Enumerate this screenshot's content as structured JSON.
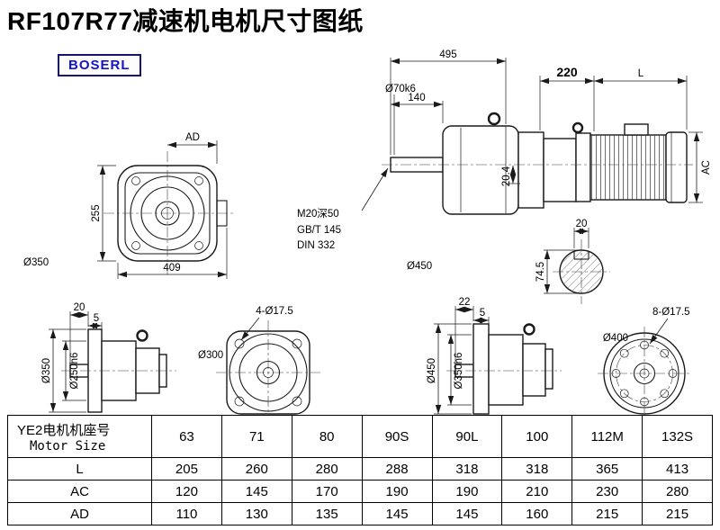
{
  "page": {
    "title": "RF107R77减速机电机尺寸图纸",
    "logo": "BOSERL"
  },
  "front_view": {
    "ad": "AD",
    "d255": "255",
    "d409": "409",
    "d350": "Ø350"
  },
  "side_view": {
    "d495": "495",
    "d220": "220",
    "dL": "L",
    "d140": "140",
    "shaft_dia": "Ø70k6",
    "note1": "M20深50",
    "note2": "GB/T 145",
    "note3": "DIN 332",
    "d450": "Ø450",
    "d204": "20.4",
    "ac": "AC",
    "d20": "20",
    "d745": "74.5"
  },
  "flange_view_small": {
    "d20": "20",
    "d5": "5",
    "d350": "Ø350",
    "d250": "Ø250h6"
  },
  "square_flange_view": {
    "holes": "4-Ø17.5",
    "d300": "Ø300"
  },
  "flange_view_large": {
    "d22": "22",
    "d5": "5",
    "d450": "Ø450",
    "d350": "Ø350h6"
  },
  "round_flange_view": {
    "d400": "Ø400",
    "holes": "8-Ø17.5"
  },
  "table": {
    "header_line1": "YE2电机机座号",
    "header_line2": "Motor Size",
    "columns": [
      "63",
      "71",
      "80",
      "90S",
      "90L",
      "100",
      "112M",
      "132S"
    ],
    "rows": [
      {
        "label": "L",
        "values": [
          "205",
          "260",
          "280",
          "288",
          "318",
          "318",
          "365",
          "413"
        ]
      },
      {
        "label": "AC",
        "values": [
          "120",
          "145",
          "170",
          "190",
          "190",
          "210",
          "230",
          "280"
        ]
      },
      {
        "label": "AD",
        "values": [
          "110",
          "130",
          "135",
          "145",
          "145",
          "160",
          "215",
          "215"
        ]
      }
    ]
  }
}
